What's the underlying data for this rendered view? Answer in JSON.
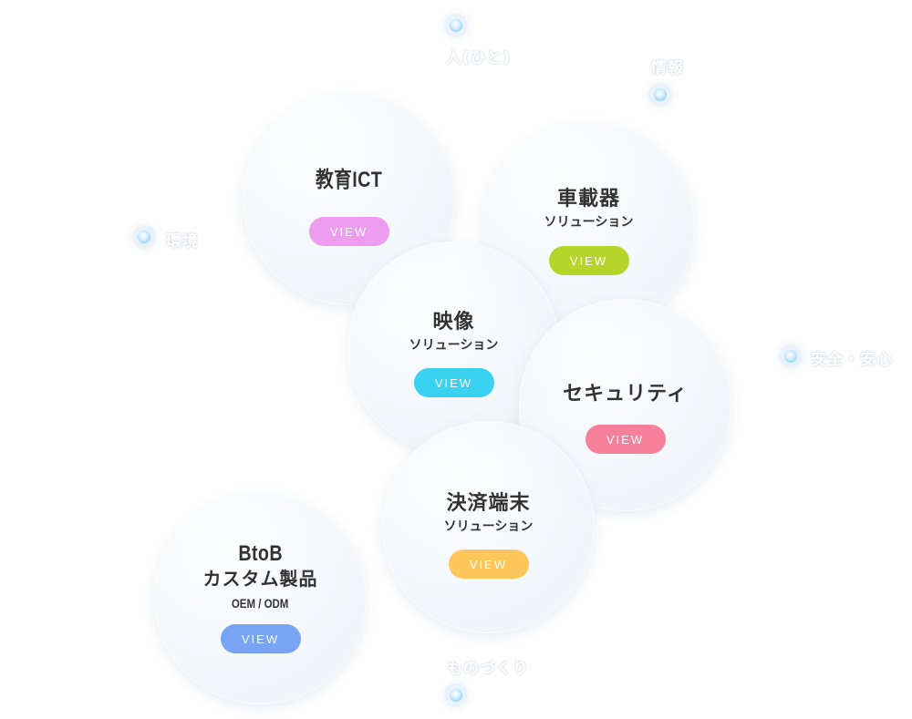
{
  "background_labels": [
    {
      "text": "人(ひと)"
    },
    {
      "text": "情報"
    },
    {
      "text": "環境"
    },
    {
      "text": "安全・安心"
    },
    {
      "text": "ものづくり"
    }
  ],
  "solutions": [
    {
      "title": "教育ICT",
      "subtitle": "",
      "subtitle2": "",
      "button_label": "VIEW",
      "button_color": "#ee9cf0"
    },
    {
      "title": "車載器",
      "subtitle": "ソリューション",
      "subtitle2": "",
      "button_label": "VIEW",
      "button_color": "#b7d42a"
    },
    {
      "title": "映像",
      "subtitle": "ソリューション",
      "subtitle2": "",
      "button_label": "VIEW",
      "button_color": "#3ad2f0"
    },
    {
      "title": "セキュリティ",
      "subtitle": "",
      "subtitle2": "",
      "button_label": "VIEW",
      "button_color": "#f6809a"
    },
    {
      "title": "決済端末",
      "subtitle": "ソリューション",
      "subtitle2": "",
      "button_label": "VIEW",
      "button_color": "#fcc65a"
    },
    {
      "title": "BtoB",
      "subtitle": "カスタム製品",
      "subtitle2": "OEM / ODM",
      "button_label": "VIEW",
      "button_color": "#79a4f5"
    }
  ]
}
